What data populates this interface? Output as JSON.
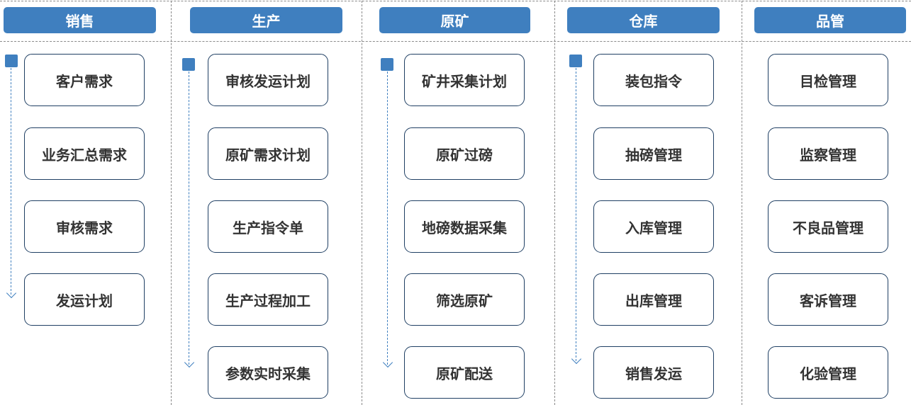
{
  "columns": [
    {
      "title": "销售",
      "items": [
        "客户需求",
        "业务汇总需求",
        "审核需求",
        "发运计划"
      ]
    },
    {
      "title": "生产",
      "items": [
        "审核发运计划",
        "原矿需求计划",
        "生产指令单",
        "生产过程加工",
        "参数实时采集"
      ]
    },
    {
      "title": "原矿",
      "items": [
        "矿井采集计划",
        "原矿过磅",
        "地磅数据采集",
        "筛选原矿",
        "原矿配送"
      ]
    },
    {
      "title": "仓库",
      "items": [
        "装包指令",
        "抽磅管理",
        "入库管理",
        "出库管理",
        "销售发运"
      ]
    },
    {
      "title": "品管",
      "items": [
        "目检管理",
        "监察管理",
        "不良品管理",
        "客诉管理",
        "化验管理"
      ]
    }
  ],
  "colors": {
    "accent": "#3f7fbf",
    "box_border": "#1f3f63",
    "text": "#333333"
  }
}
